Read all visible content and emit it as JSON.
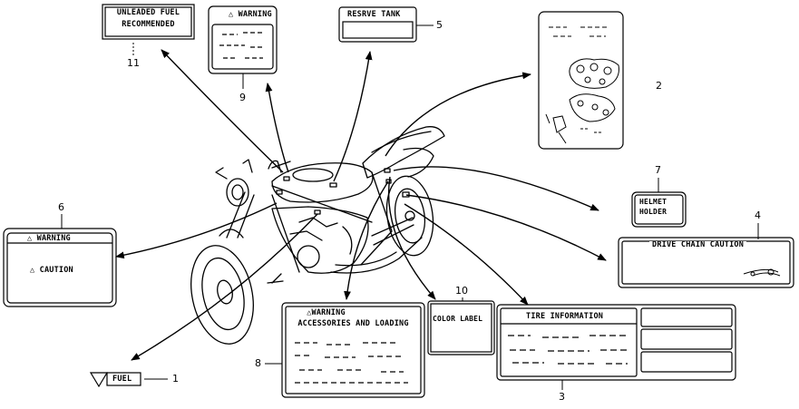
{
  "labels": {
    "unleaded": {
      "line1": "UNLEADED FUEL",
      "line2": "RECOMMENDED"
    },
    "warning_small": "△ WARNING",
    "reserve_tank": "RESRVE TANK",
    "helmet_holder": {
      "line1": "HELMET",
      "line2": "HOLDER"
    },
    "drive_chain": "DRIVE CHAIN CAUTION",
    "warning_left": "△ WARNING",
    "caution_left": "△ CAUTION",
    "accessories": {
      "line1": "△WARNING",
      "line2": "ACCESSORIES AND LOADING"
    },
    "color_label": "COLOR LABEL",
    "tire_info": "TIRE INFORMATION",
    "fuel": "FUEL"
  },
  "callouts": {
    "n1": "1",
    "n2": "2",
    "n3": "3",
    "n4": "4",
    "n5": "5",
    "n6": "6",
    "n7": "7",
    "n8": "8",
    "n9": "9",
    "n10": "10",
    "n11": "11"
  },
  "colors": {
    "line": "#000000",
    "background": "#ffffff"
  }
}
